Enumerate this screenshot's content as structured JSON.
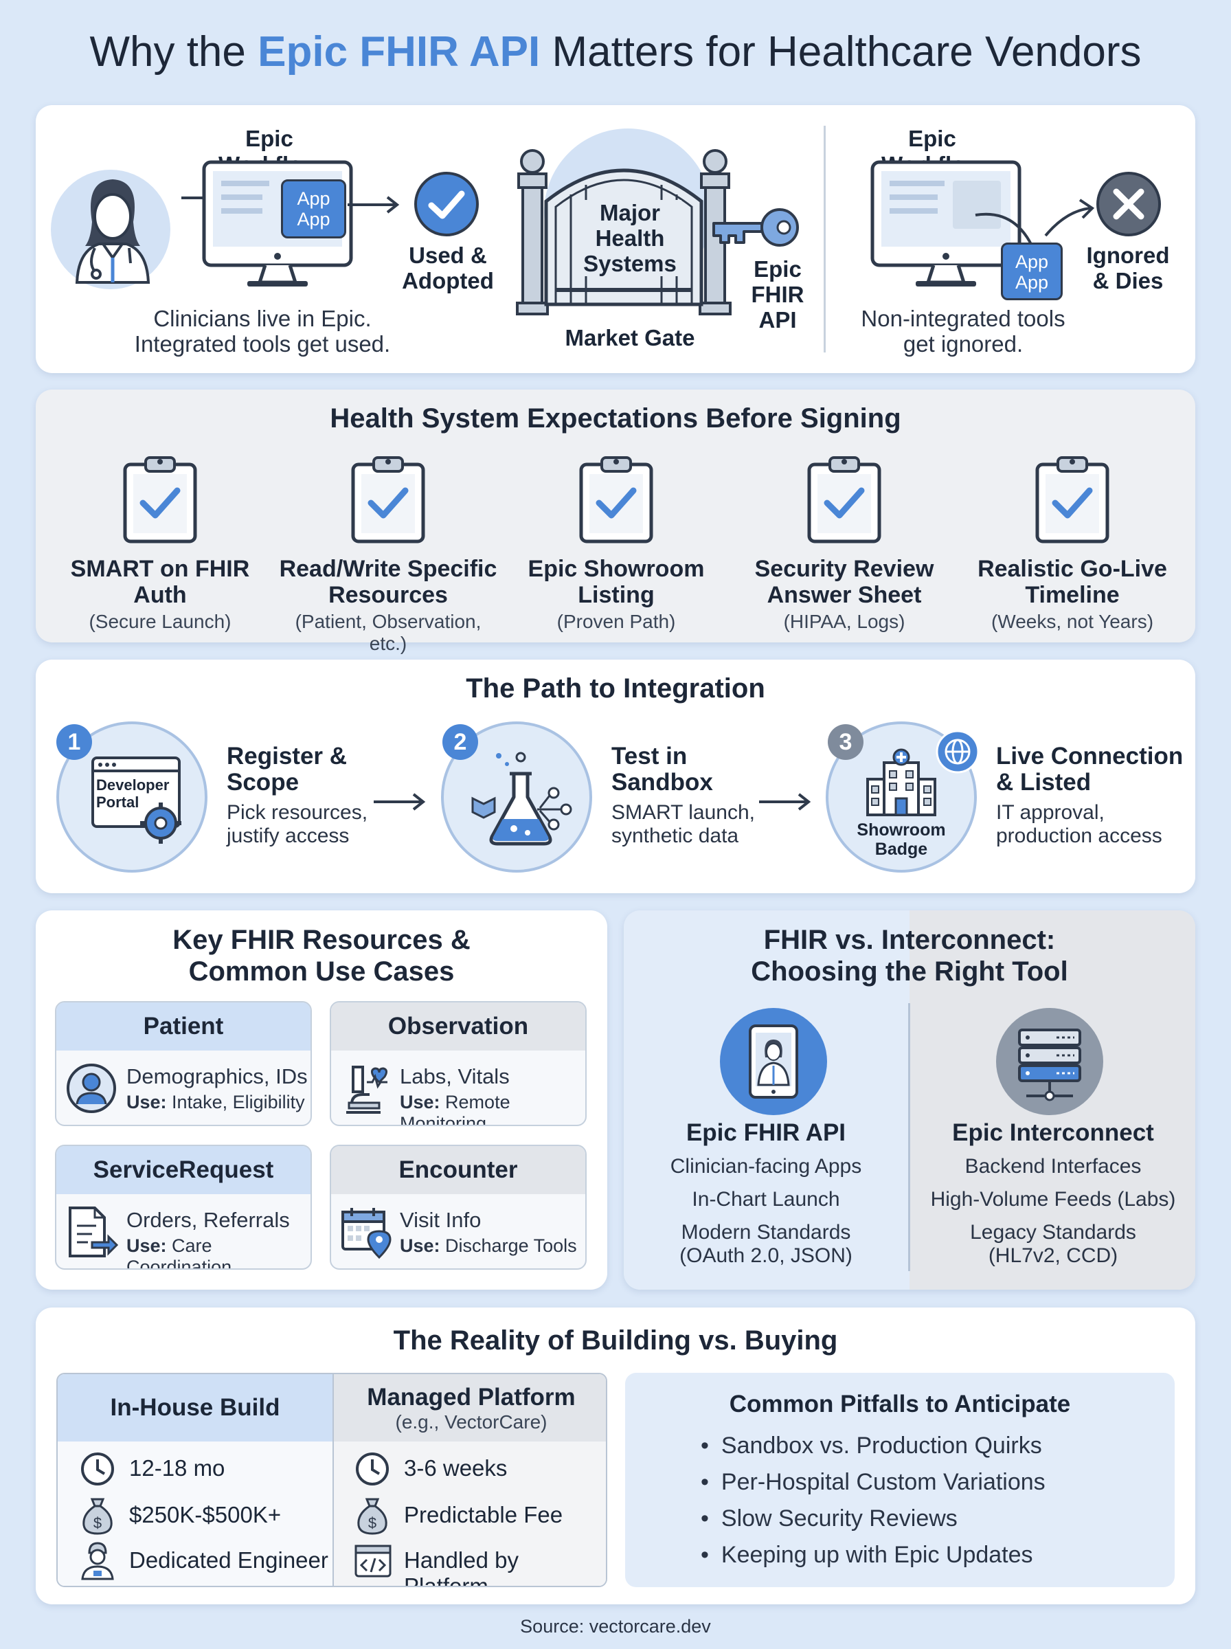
{
  "title": {
    "pre": "Why the ",
    "highlight": "Epic FHIR API",
    "post": " Matters for Healthcare Vendors"
  },
  "hero": {
    "left_heading": "Epic Workflow",
    "app_label_1": "App",
    "app_label_2": "App",
    "used_line1": "Used &",
    "used_line2": "Adopted",
    "left_caption_1": "Clinicians live in Epic.",
    "left_caption_2": "Integrated tools get used.",
    "gate_line1": "Major",
    "gate_line2": "Health",
    "gate_line3": "Systems",
    "gate_caption": "Market Gate",
    "key_line1": "Epic",
    "key_line2": "FHIR",
    "key_line3": "API",
    "right_heading": "Epic Workflow",
    "ignored_line1": "Ignored",
    "ignored_line2": "& Dies",
    "right_caption_1": "Non-integrated tools",
    "right_caption_2": "get ignored."
  },
  "expectations": {
    "heading": "Health System Expectations Before Signing",
    "items": [
      {
        "l1": "SMART on FHIR",
        "l2": "Auth",
        "sub": "(Secure Launch)"
      },
      {
        "l1": "Read/Write Specific",
        "l2": "Resources",
        "sub": "(Patient, Observation, etc.)"
      },
      {
        "l1": "Epic Showroom",
        "l2": "Listing",
        "sub": "(Proven Path)"
      },
      {
        "l1": "Security Review",
        "l2": "Answer Sheet",
        "sub": "(HIPAA, Logs)"
      },
      {
        "l1": "Realistic Go-Live",
        "l2": "Timeline",
        "sub": "(Weeks, not Years)"
      }
    ]
  },
  "path": {
    "heading": "The Path to Integration",
    "steps": [
      {
        "num": "1",
        "t1": "Register &",
        "t2": "Scope",
        "d1": "Pick resources,",
        "d2": "justify access",
        "icon_l1": "Developer",
        "icon_l2": "Portal"
      },
      {
        "num": "2",
        "t1": "Test in",
        "t2": "Sandbox",
        "d1": "SMART launch,",
        "d2": "synthetic data"
      },
      {
        "num": "3",
        "t1": "Live Connection",
        "t2": "& Listed",
        "d1": "IT approval,",
        "d2": "production access",
        "icon_l1": "Showroom",
        "icon_l2": "Badge"
      }
    ]
  },
  "resources": {
    "heading_1": "Key FHIR Resources &",
    "heading_2": "Common Use Cases",
    "use_prefix": "Use:",
    "items": [
      {
        "name": "Patient",
        "desc": "Demographics, IDs",
        "use": "Intake, Eligibility"
      },
      {
        "name": "Observation",
        "desc": "Labs, Vitals",
        "use": "Remote Monitoring"
      },
      {
        "name": "ServiceRequest",
        "desc": "Orders, Referrals",
        "use": "Care Coordination"
      },
      {
        "name": "Encounter",
        "desc": "Visit Info",
        "use": "Discharge Tools"
      }
    ]
  },
  "compare": {
    "heading_1": "FHIR vs. Interconnect:",
    "heading_2": "Choosing the Right Tool",
    "fhir": {
      "name": "Epic FHIR API",
      "l1": "Clinician-facing Apps",
      "l2": "In-Chart Launch",
      "l3": "Modern Standards",
      "l4": "(OAuth 2.0, JSON)"
    },
    "inter": {
      "name": "Epic Interconnect",
      "l1": "Backend Interfaces",
      "l2": "High-Volume Feeds (Labs)",
      "l3": "Legacy Standards",
      "l4": "(HL7v2, CCD)"
    }
  },
  "build": {
    "heading": "The Reality of Building vs. Buying",
    "inhouse": {
      "name": "In-House Build",
      "r1": "12-18 mo",
      "r2": "$250K-$500K+",
      "r3": "Dedicated Engineer"
    },
    "managed": {
      "name": "Managed Platform",
      "sub": "(e.g., VectorCare)",
      "r1": "3-6 weeks",
      "r2": "Predictable Fee",
      "r3": "Handled by Platform"
    },
    "pitfalls": {
      "heading": "Common Pitfalls to Anticipate",
      "items": [
        "Sandbox vs. Production Quirks",
        "Per-Hospital Custom Variations",
        "Slow Security Reviews",
        "Keeping up with Epic Updates"
      ]
    }
  },
  "source": "Source: vectorcare.dev",
  "colors": {
    "accent": "#4a86d6",
    "light_blue": "#cfe0f6",
    "gray_header": "#e2e5ea",
    "background": "#dbe8f8"
  }
}
